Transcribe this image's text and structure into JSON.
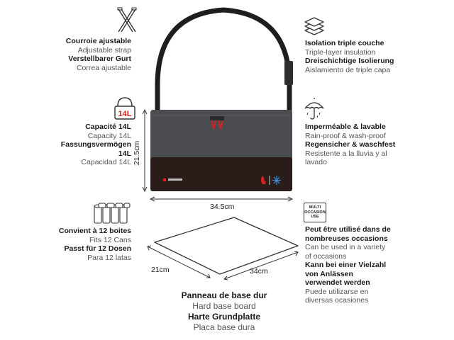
{
  "strap": {
    "fr": "Courroie ajustable",
    "en": "Adjustable strap",
    "de": "Verstellbarer Gurt",
    "es": "Correa ajustable",
    "icon": "strap-icon"
  },
  "capacity": {
    "badge": "14L",
    "fr": "Capacité 14L",
    "en": "Capacity 14L",
    "de_line1": "Fassungsvermögen",
    "de_line2": "14L",
    "es": "Capacidad 14L",
    "icon": "bag-capacity-icon"
  },
  "cans": {
    "fr": "Convient à 12 boites",
    "en": "Fits 12 Cans",
    "de": "Passt für 12 Dosen",
    "es": "Para 12 latas",
    "icon": "cans-icon"
  },
  "insulation": {
    "fr": "Isolation triple couche",
    "en": "Triple-layer insulation",
    "de": "Dreischichtige Isolierung",
    "es": "Aislamiento de triple capa",
    "icon": "layers-icon"
  },
  "waterproof": {
    "fr": "Imperméable & lavable",
    "en": "Rain-proof & wash-proof",
    "de": "Regensicher & waschfest",
    "es_line1": "Resistente a la lluvia y al",
    "es_line2": "lavado",
    "icon": "umbrella-icon"
  },
  "occasions": {
    "badge_line1": "MULTI",
    "badge_line2": "OCCASION",
    "badge_line3": "USE",
    "fr_line1": "Peut être utilisé dans de",
    "fr_line2": "nombreuses occasions",
    "en_line1": "Can be used in a variety",
    "en_line2": "of occasions",
    "de_line1": "Kann bei einer Vielzahl",
    "de_line2": "von Anlässen",
    "de_line3": "verwendet werden",
    "es_line1": "Puede utilizarse en",
    "es_line2": "diversas ocasiones",
    "icon": "multi-occasion-icon"
  },
  "dimensions": {
    "height": "21.5cm",
    "width": "34.5cm",
    "board_depth": "21cm",
    "board_width": "34cm"
  },
  "base_board": {
    "fr": "Panneau de base dur",
    "en": "Hard base board",
    "de": "Harte Grundplatte",
    "es": "Placa base dura"
  },
  "colors": {
    "bag_top": "#4a4c50",
    "bag_bottom": "#2a1c18",
    "accent": "#d7201f",
    "text_bold": "#1a1a1a",
    "text_light": "#555555"
  }
}
